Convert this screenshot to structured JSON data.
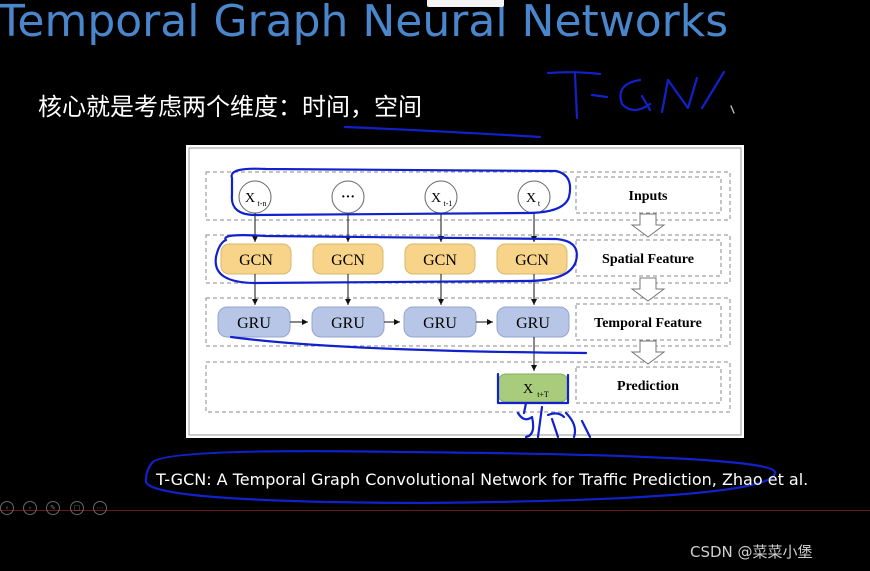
{
  "slide": {
    "title": "Temporal Graph Neural Networks",
    "subtitle": "核心就是考虑两个维度：时间，空间",
    "caption": "T-GCN: A Temporal Graph Convolutional Network for Traffic Prediction, Zhao et al.",
    "watermark": "CSDN @菜菜小堡"
  },
  "diagram": {
    "inputs": [
      "X",
      "···",
      "X",
      "X"
    ],
    "input_subscripts": [
      "t-n",
      "",
      "t-1",
      "t"
    ],
    "gcn_labels": [
      "GCN",
      "GCN",
      "GCN",
      "GCN"
    ],
    "gru_labels": [
      "GRU",
      "GRU",
      "GRU",
      "GRU"
    ],
    "output": "X",
    "output_subscript": "t+T",
    "stages": [
      "Inputs",
      "Spatial Feature",
      "Temporal Feature",
      "Prediction"
    ]
  },
  "colors": {
    "title": "#4a86cc",
    "gcn_fill": "#f7d489",
    "gru_fill": "#b7c6e6",
    "output_fill": "#a8cc7c",
    "annotation_ink": "#1122cc"
  },
  "controls": [
    "prev-icon",
    "next-icon",
    "pen-icon",
    "fit-icon",
    "more-icon"
  ]
}
